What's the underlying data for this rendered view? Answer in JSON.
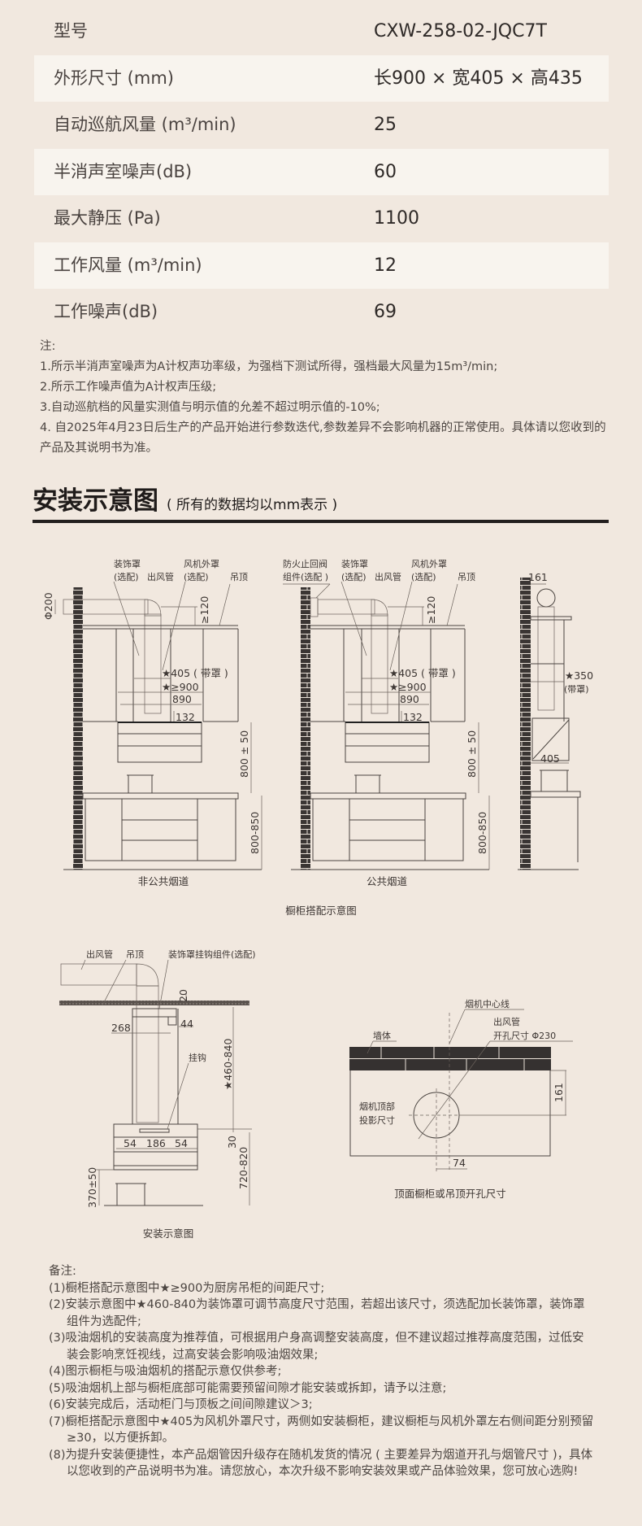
{
  "specs": {
    "rows": [
      {
        "label": "型号",
        "value": "CXW-258-02-JQC7T"
      },
      {
        "label": "外形尺寸 (mm)",
        "value": "长900 × 宽405 × 高435"
      },
      {
        "label": "自动巡航风量 (m³/min)",
        "value": "25"
      },
      {
        "label": "半消声室噪声(dB)",
        "value": "60"
      },
      {
        "label": "最大静压 (Pa)",
        "value": "1100"
      },
      {
        "label": "工作风量 (m³/min)",
        "value": "12"
      },
      {
        "label": "工作噪声(dB)",
        "value": "69"
      }
    ]
  },
  "notes": {
    "title": "注:",
    "items": [
      "1.所示半消声室噪声为A计权声功率级，为强档下测试所得，强档最大风量为15m³/min;",
      "2.所示工作噪声值为A计权声压级;",
      "3.自动巡航档的风量实测值与明示值的允差不超过明示值的-10%;",
      "4. 自2025年4月23日后生产的产品开始进行参数迭代,参数差异不会影响机器的正常使用。具体请以您收到的产品及其说明书为准。"
    ]
  },
  "section": {
    "title": "安装示意图",
    "subtitle": "( 所有的数据均以mm表示 )"
  },
  "cabinet_diagram": {
    "caption": "橱柜搭配示意图",
    "non_public": {
      "caption": "非公共烟道",
      "labels": {
        "cover": "装饰罩",
        "cover_opt": "(选配)",
        "duct": "出风管",
        "fan_cover": "风机外罩",
        "fan_cover_opt": "(选配)",
        "ceiling": "吊顶"
      },
      "dims": {
        "phi": "Φ200",
        "gap": "≥120",
        "width_cover": "★405 ( 带罩 )",
        "cab_gap": "★≥900",
        "hood_w": "890",
        "h132": "132",
        "install_h": "800 ± 50",
        "counter_h": "800-850"
      }
    },
    "public": {
      "caption": "公共烟道",
      "labels": {
        "valve": "防火止回阀",
        "valve_opt": "组件(选配 )",
        "cover": "装饰罩",
        "cover_opt": "(选配)",
        "duct": "出风管",
        "fan_cover": "风机外罩",
        "fan_cover_opt": "(选配)",
        "ceiling": "吊顶"
      },
      "dims": {
        "gap": "≥120",
        "width_cover": "★405 ( 带罩 )",
        "cab_gap": "★≥900",
        "hood_w": "890",
        "h132": "132",
        "install_h": "800 ± 50",
        "counter_h": "800-850"
      }
    },
    "side": {
      "d161": "161",
      "d350": "★350",
      "d350_note": "(带罩)",
      "d405": "405"
    }
  },
  "install_diagram": {
    "caption": "安装示意图",
    "labels": {
      "duct": "出风管",
      "ceiling": "吊顶",
      "hook_kit": "装饰罩挂钩组件(选配)",
      "hook": "挂钩"
    },
    "dims": {
      "d20": "20",
      "d44": "44",
      "d268": "268",
      "range": "★460-840",
      "d54a": "54",
      "d186": "186",
      "d54b": "54",
      "d30": "30",
      "h720": "720-820",
      "h370": "370±50"
    }
  },
  "hole_diagram": {
    "caption": "顶面橱柜或吊顶开孔尺寸",
    "labels": {
      "center": "烟机中心线",
      "duct1": "出风管",
      "duct2": "开孔尺寸 Φ230",
      "wall": "墙体",
      "proj1": "烟机顶部",
      "proj2": "投影尺寸"
    },
    "dims": {
      "d161": "161",
      "d74": "74"
    }
  },
  "remarks": {
    "title": "备注:",
    "items": [
      "(1)橱柜搭配示意图中★≥900为厨房吊柜的间距尺寸;",
      "(2)安装示意图中★460-840为装饰罩可调节高度尺寸范围，若超出该尺寸，须选配加长装饰罩，装饰罩组件为选配件;",
      "(3)吸油烟机的安装高度为推荐值，可根据用户身高调整安装高度，但不建议超过推荐高度范围，过低安装会影响烹饪视线，过高安装会影响吸油烟效果;",
      "(4)图示橱柜与吸油烟机的搭配示意仅供参考;",
      "(5)吸油烟机上部与橱柜底部可能需要预留间隙才能安装或拆卸，请予以注意;",
      "(6)安装完成后，活动柜门与顶板之间间隙建议＞3;",
      "(7)橱柜搭配示意图中★405为风机外罩尺寸，两侧如安装橱柜，建议橱柜与风机外罩左右侧间距分别预留≥30，以方便拆卸。",
      "(8)为提升安装便捷性，本产品烟管因升级存在随机发货的情况 ( 主要差异为烟道开孔与烟管尺寸 )，具体以您收到的产品说明书为准。请您放心，本次升级不影响安装效果或产品体验效果，您可放心选购!"
    ]
  }
}
